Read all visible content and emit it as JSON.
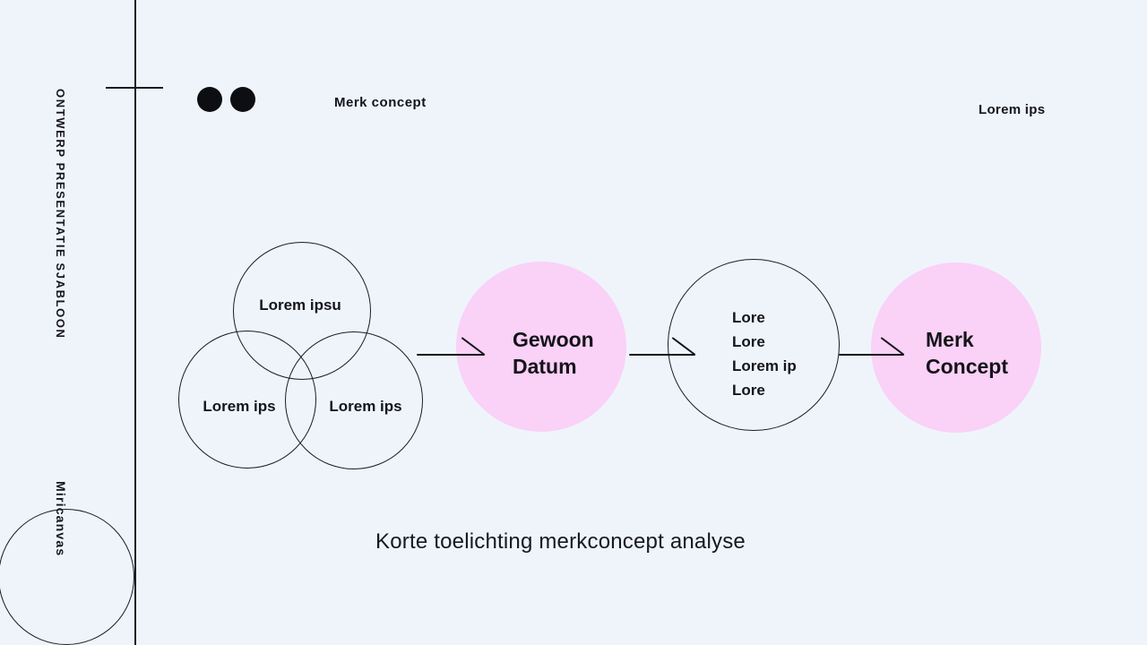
{
  "colors": {
    "background": "#eff4fb",
    "accent_pink": "#fad1f7",
    "ink": "#1a1b20"
  },
  "sidebar": {
    "vertical_title": "ONTWERP PRESENTATIE SJABLOON",
    "brand": "Miricanvas"
  },
  "header": {
    "slide_label": "Merk concept",
    "page_label": "Lorem ips"
  },
  "diagram": {
    "venn": {
      "top": "Lorem ipsu",
      "left": "Lorem ips",
      "right": "Lorem ips"
    },
    "node_simple_data": {
      "line1": "Gewoon",
      "line2": "Datum"
    },
    "node_list": {
      "items": [
        "Lore",
        "Lore",
        "Lorem ip",
        "Lore"
      ]
    },
    "node_concept": {
      "line1": "Merk",
      "line2": "Concept"
    }
  },
  "caption": "Korte toelichting merkconcept analyse"
}
